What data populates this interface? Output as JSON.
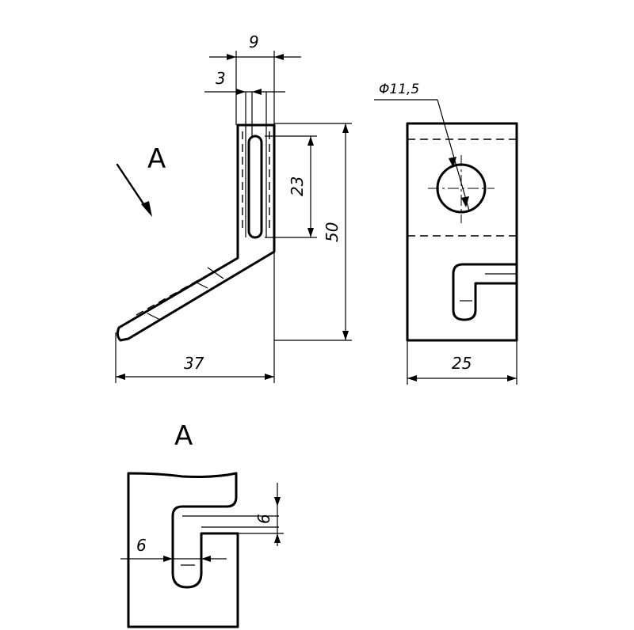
{
  "views": {
    "arrow_label": "A",
    "detail_label": "A"
  },
  "dimensions": {
    "d9": "9",
    "d3": "3",
    "d23": "23",
    "d50": "50",
    "d37": "37",
    "d25": "25",
    "d_hole": "Φ11,5",
    "d6_horizontal": "6",
    "d6_vertical": "6"
  }
}
